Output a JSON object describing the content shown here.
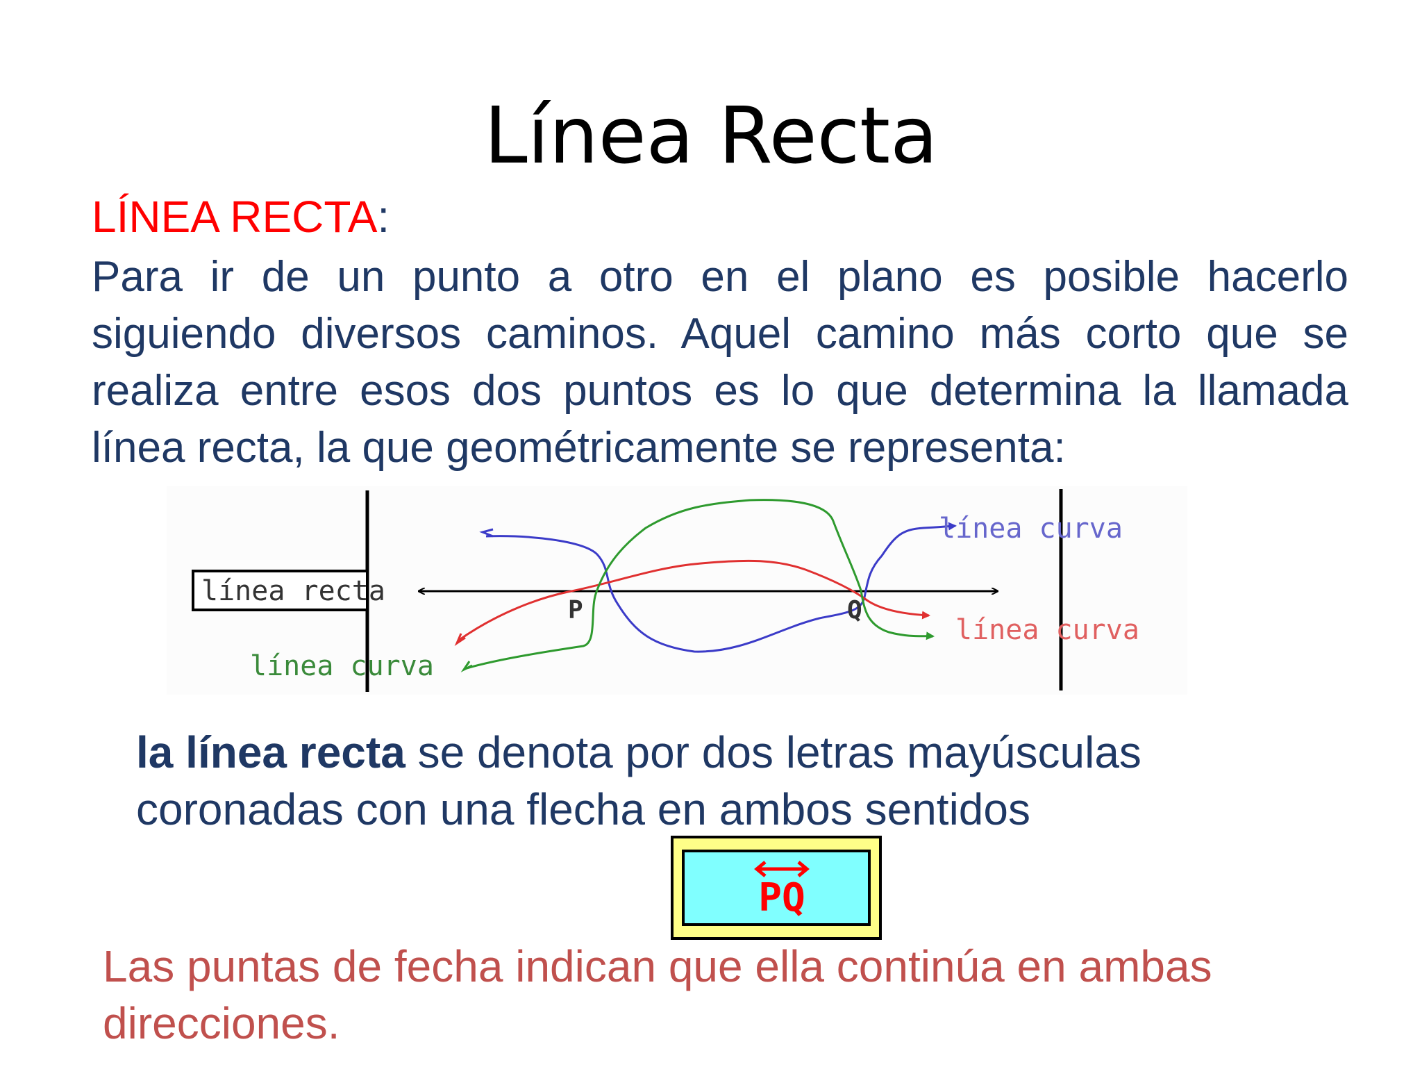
{
  "slide": {
    "title": "Línea Recta",
    "heading_red": "LÍNEA RECTA",
    "heading_colon": ":",
    "paragraph": "Para ir de un punto a otro en el plano es posible hacerlo siguiendo diversos caminos. Aquel camino más corto que se realiza entre esos dos puntos es lo que determina la llamada línea recta, la que geométricamente se representa:"
  },
  "figure": {
    "label_recta": "línea recta",
    "label_curva_top": "línea curva",
    "label_curva_right": "línea curva",
    "label_curva_bottom": "línea curva",
    "point_p": "P",
    "point_q": "Q",
    "colors": {
      "line": "#000000",
      "blue_curve": "#3b3bc8",
      "red_curve": "#e03030",
      "green_curve": "#2e9a2e",
      "label_blue": "#6666cc",
      "label_red": "#e06060",
      "label_green": "#3a8a3a"
    }
  },
  "notation": {
    "bold": "la línea recta",
    "rest": " se denota por dos letras mayúsculas coronadas con una flecha en ambos sentidos"
  },
  "pq_symbol": {
    "text": "PQ",
    "colors": {
      "outer": "#ffff88",
      "inner": "#80ffff",
      "text": "#ff0000"
    }
  },
  "footer": {
    "text": "Las puntas de fecha indican que ella continúa en ambas direcciones."
  }
}
